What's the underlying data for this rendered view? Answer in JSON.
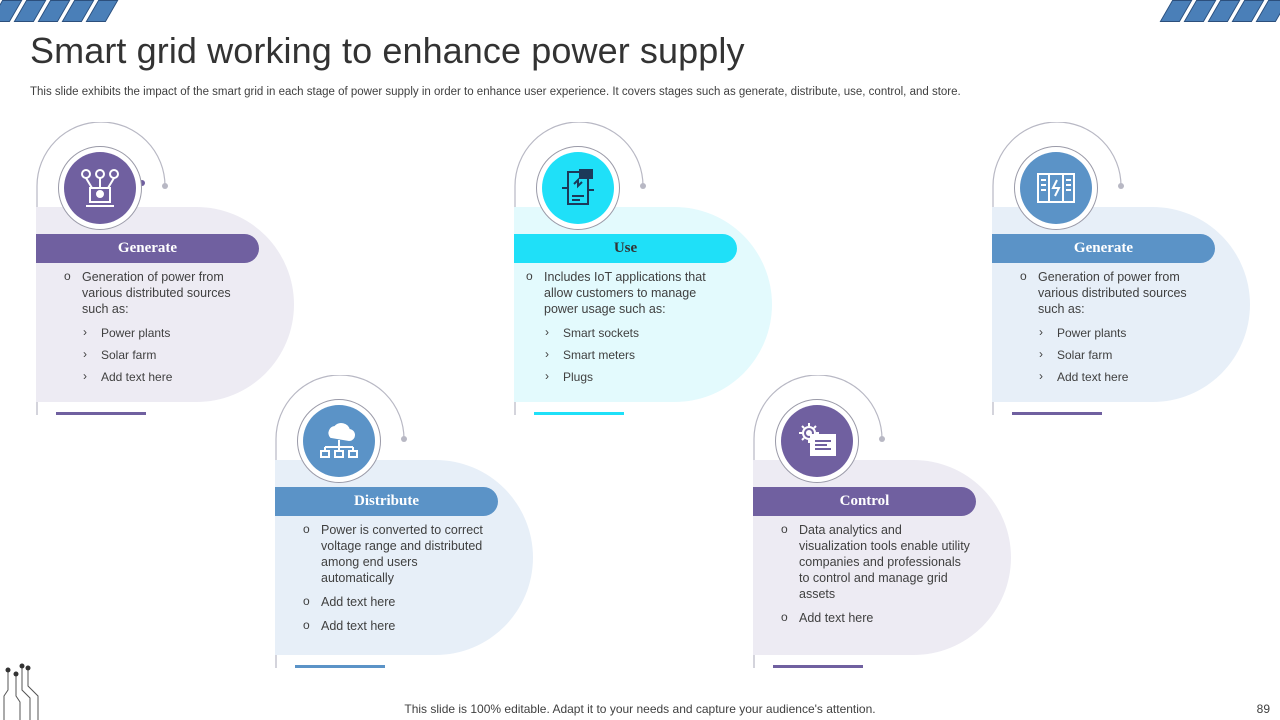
{
  "title": "Smart grid working to enhance power supply",
  "subtitle": "This slide exhibits the impact of the smart grid in each stage of power supply in order to enhance user experience. It covers stages such as generate, distribute, use, control, and store.",
  "footer": "This slide is 100% editable. Adapt it to your needs and capture your audience's attention.",
  "page_number": "89",
  "colors": {
    "purple": "#7060a0",
    "cyan": "#1fe0f8",
    "blue": "#5b93c7",
    "purple_bg": "#edebf3",
    "cyan_bg": "#e3fafd",
    "blue_bg": "#e7eff8"
  },
  "cards": [
    {
      "label": "Generate",
      "icon": "power-source-icon",
      "bullets": [
        "Generation of power from various  distributed sources such as:"
      ],
      "subs": [
        "Power plants",
        "Solar farm",
        "Add text here"
      ]
    },
    {
      "label": "Distribute",
      "icon": "cloud-network-icon",
      "bullets": [
        "Power is converted to correct voltage  range and distributed among end users automatically",
        "Add text here",
        "Add text here"
      ],
      "subs": []
    },
    {
      "label": "Use",
      "icon": "smart-device-icon",
      "bullets": [
        "Includes IoT applications that allow customers to manage power usage such as:"
      ],
      "subs": [
        "Smart sockets",
        "Smart meters",
        "Plugs"
      ]
    },
    {
      "label": "Control",
      "icon": "gear-dashboard-icon",
      "bullets": [
        "Data analytics and visualization tools enable utility companies and professionals to control and manage grid assets",
        "Add text here"
      ],
      "subs": []
    },
    {
      "label": "Generate",
      "icon": "power-panel-icon",
      "bullets": [
        "Generation of power from various  distributed sources such as:"
      ],
      "subs": [
        "Power plants",
        "Solar farm",
        "Add text here"
      ]
    }
  ]
}
